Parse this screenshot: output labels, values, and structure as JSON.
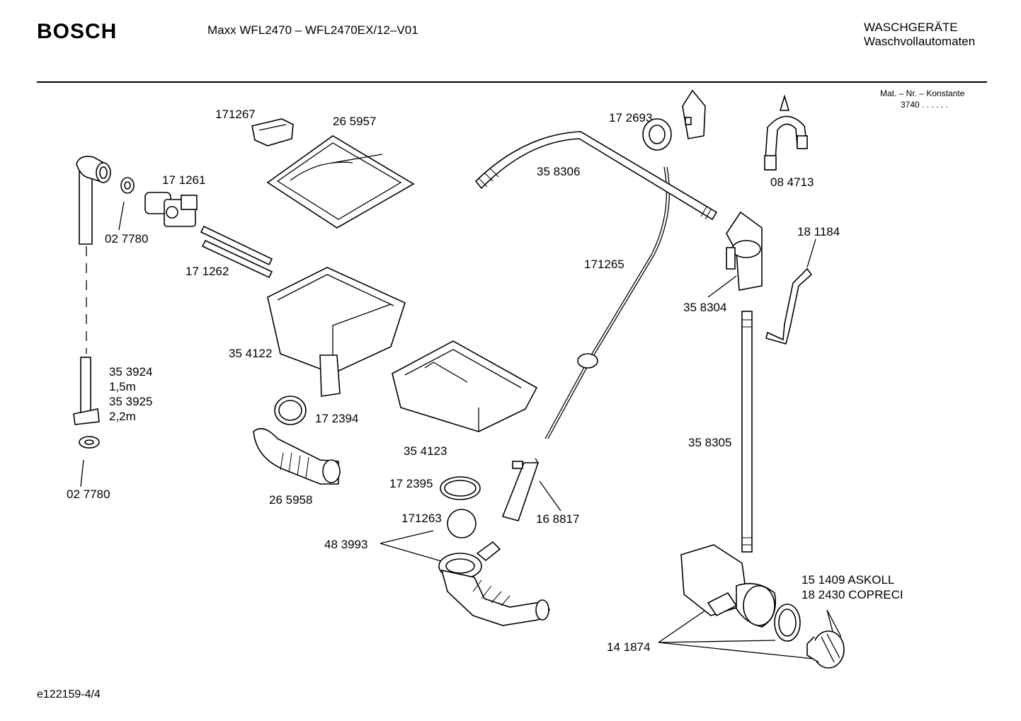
{
  "header": {
    "brand": "BOSCH",
    "model": "Maxx WFL2470 – WFL2470EX/12–V01",
    "category_line1": "WASCHGERÄTE",
    "category_line2": "Waschvollautomaten",
    "mat_label": "Mat. – Nr. – Konstante",
    "mat_value": "3740 . . . . . ."
  },
  "footer": {
    "doc_id": "e122159-4/4"
  },
  "parts": {
    "p171267": "171267",
    "p265957": "26 5957",
    "p171261": "17 1261",
    "p027780a": "02 7780",
    "p171262": "17 1262",
    "p354122": "35 4122",
    "p353924": "35 3924",
    "p15m": "1,5m",
    "p353925": "35 3925",
    "p22m": "2,2m",
    "p027780b": "02 7780",
    "p172394": "17 2394",
    "p265958": "26 5958",
    "p354123": "35 4123",
    "p172395": "17 2395",
    "p171263": "171263",
    "p483993": "48 3993",
    "p168817": "16 8817",
    "p172693": "17 2693",
    "p358306": "35 8306",
    "p171265": "171265",
    "p084713": "08 4713",
    "p181184": "18 1184",
    "p358304": "35 8304",
    "p358305": "35 8305",
    "p151409": "15 1409  ASKOLL",
    "p182430": "18 2430  COPRECI",
    "p141874": "14 1874"
  }
}
